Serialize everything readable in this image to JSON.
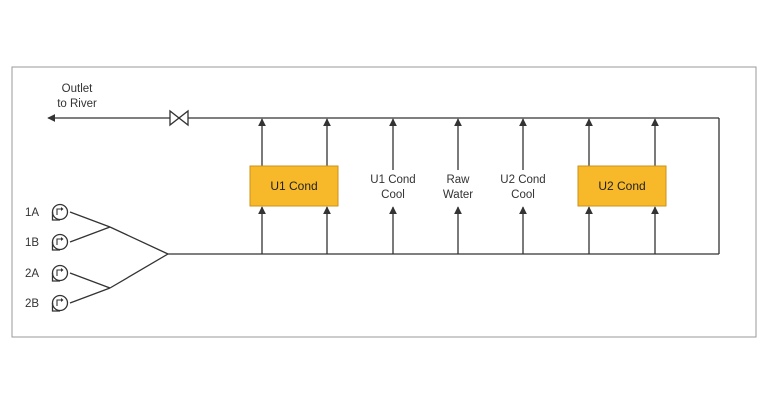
{
  "diagram": {
    "outlet": {
      "line1": "Outlet",
      "line2": "to River"
    },
    "pumps": [
      {
        "label": "1A"
      },
      {
        "label": "1B"
      },
      {
        "label": "2A"
      },
      {
        "label": "2B"
      }
    ],
    "condensers": [
      {
        "label": "U1 Cond"
      },
      {
        "label": "U2 Cond"
      }
    ],
    "branches": [
      {
        "line1": "U1 Cond",
        "line2": "Cool"
      },
      {
        "line1": "Raw",
        "line2": "Water"
      },
      {
        "line1": "U2 Cond",
        "line2": "Cool"
      }
    ],
    "colors": {
      "condenser_fill": "#F7B92A",
      "condenser_stroke": "#C9921A",
      "line": "#333333",
      "frame": "#9A9A9A"
    }
  }
}
